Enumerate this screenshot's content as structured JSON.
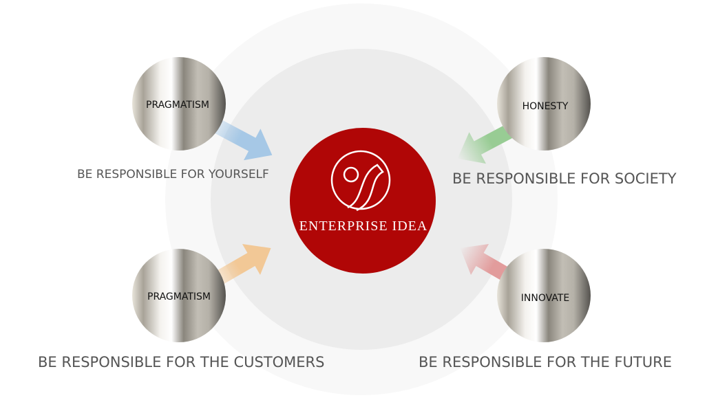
{
  "center": {
    "title": "ENTERPRISE IDEA",
    "icon": "enterprise-logo-icon"
  },
  "nodes": [
    {
      "label": "PRAGMATISM",
      "caption": "BE RESPONSIBLE FOR YOURSELF",
      "arrow_color": "#a6c8e6"
    },
    {
      "label": "HONESTY",
      "caption": "BE RESPONSIBLE FOR SOCIETY",
      "arrow_color": "#98cc94"
    },
    {
      "label": "PRAGMATISM",
      "caption": "BE RESPONSIBLE FOR THE CUSTOMERS",
      "arrow_color": "#f2c896"
    },
    {
      "label": "INNOVATE",
      "caption": "BE RESPONSIBLE FOR THE FUTURE",
      "arrow_color": "#e29c9c"
    }
  ],
  "colors": {
    "center": "#b00606",
    "outer_ring": "#f8f8f8",
    "inner_ring": "#ececec"
  }
}
